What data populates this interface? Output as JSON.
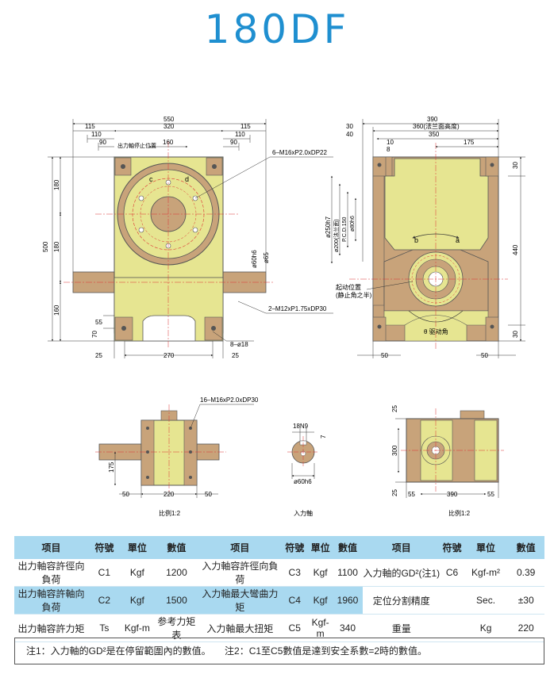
{
  "title": "180DF",
  "colors": {
    "body": "#e6e591",
    "casting": "#c8a37a",
    "outline": "#555555",
    "accent": "#1f8fd0",
    "table_header": "#a9d9f0"
  },
  "front_view": {
    "top_dims": [
      "550",
      "320",
      "115",
      "110",
      "90",
      "115",
      "110",
      "90",
      "160"
    ],
    "left_dims": [
      "500",
      "180",
      "180",
      "160",
      "70",
      "55"
    ],
    "shaft_dims": [
      "ø60h6",
      "ø65"
    ],
    "bottom_dims": [
      "25",
      "270",
      "25"
    ],
    "label_output": "出力軸停止位置",
    "callout_tap": "6–M16xP2.0xDP22",
    "callout_side": "2–M12xP1.75xDP30",
    "callout_hole": "8–ø18",
    "mark_c": "c",
    "mark_d": "d"
  },
  "side_view": {
    "top_dims": [
      "390",
      "360(法兰面高度)",
      "350",
      "175",
      "30",
      "40",
      "10",
      "8"
    ],
    "left_dims": [
      "ø250h7",
      "ø200(法兰面)",
      "P.C.D.150",
      "ø80h6"
    ],
    "right_dims": [
      "30",
      "440",
      "30"
    ],
    "bottom_dims": [
      "50",
      "50"
    ],
    "label_start": "起动位置",
    "label_start2": "(静止角之半)",
    "label_drive": "θ 驱动角",
    "mark_a": "a",
    "mark_b": "b"
  },
  "view3": {
    "callout": "16–M16xP2.0xDP30",
    "dims": [
      "175",
      "50",
      "220",
      "50"
    ],
    "scale": "比例1:2"
  },
  "view4": {
    "dims": [
      "18N9",
      "7",
      "ø60h6"
    ],
    "label": "入力軸"
  },
  "view5": {
    "dims": [
      "25",
      "300",
      "25",
      "55",
      "390",
      "55"
    ],
    "scale": "比例1:2"
  },
  "table": {
    "headers": [
      "项目",
      "符號",
      "單位",
      "數值",
      "项目",
      "符號",
      "單位",
      "數值",
      "项目",
      "符號",
      "單位",
      "數值"
    ],
    "rows": [
      [
        "出力軸容許徑向負荷",
        "C1",
        "Kgf",
        "1200",
        "入力軸容許徑向負荷",
        "C3",
        "Kgf",
        "1100",
        "入力軸的GD²(注1)",
        "C6",
        "Kgf-m²",
        "0.39"
      ],
      [
        "出力軸容許軸向負荷",
        "C2",
        "Kgf",
        "1500",
        "入力軸最大彎曲力矩",
        "C4",
        "Kgf",
        "1960",
        "定位分割精度",
        "",
        "Sec.",
        "±30"
      ],
      [
        "出力軸容許力矩",
        "Ts",
        "Kgf-m",
        "参考力矩表",
        "入力軸最大扭矩",
        "C5",
        "Kgf-m",
        "340",
        "重量",
        "",
        "Kg",
        "220"
      ]
    ]
  },
  "notes": {
    "note1": "注1：入力軸的GD²是在停留範圍內的數值。",
    "note2": "注2：C1至C5數值是達到安全系數=2時的數值。"
  }
}
